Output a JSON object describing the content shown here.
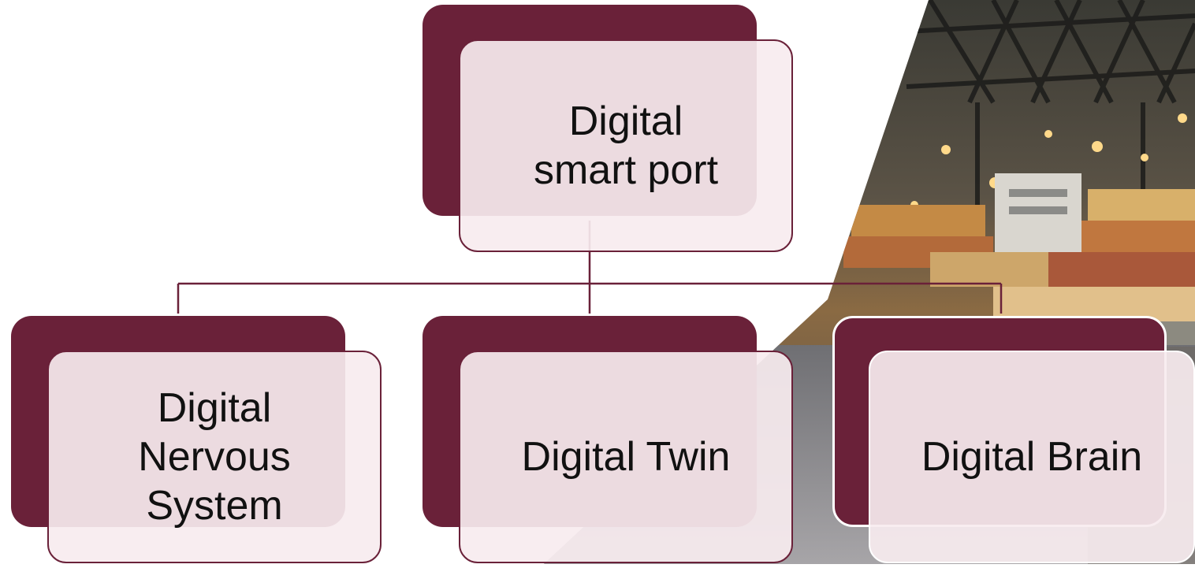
{
  "diagram": {
    "root": {
      "label": "Digital smart port"
    },
    "children": [
      {
        "label": "Digital Nervous System"
      },
      {
        "label": "Digital Twin"
      },
      {
        "label": "Digital Brain"
      }
    ]
  },
  "colors": {
    "accent": "#6a2139",
    "box_fill": "#f7ecef",
    "text": "#111111"
  }
}
